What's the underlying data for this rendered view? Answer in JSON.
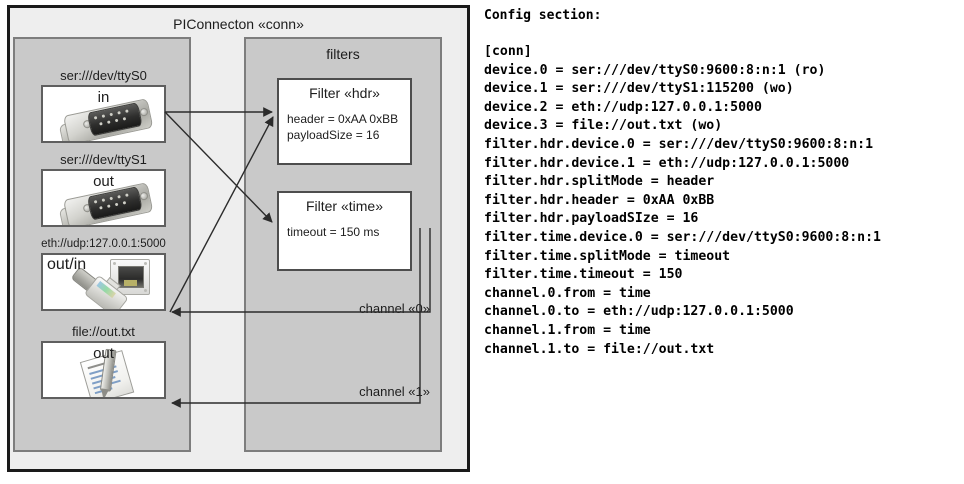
{
  "diagram": {
    "outer": {
      "title": "PIConnecton «conn»"
    },
    "devices_group": {
      "title": "",
      "items": [
        {
          "label": "ser:///dev/ttyS0",
          "direction": "in",
          "icon": "serial-db9-icon"
        },
        {
          "label": "ser:///dev/ttyS1",
          "direction": "out",
          "icon": "serial-db9-icon"
        },
        {
          "label": "eth://udp:127.0.0.1:5000",
          "direction": "out/in",
          "icon": "ethernet-rj45-icon"
        },
        {
          "label": "file://out.txt",
          "direction": "out",
          "icon": "text-document-icon"
        }
      ]
    },
    "filters_group": {
      "title": "filters",
      "items": [
        {
          "title": "Filter «hdr»",
          "props": [
            "header = 0xAA 0xBB",
            "payloadSize = 16"
          ]
        },
        {
          "title": "Filter «time»",
          "props": [
            "timeout = 150 ms"
          ]
        }
      ]
    },
    "channels": [
      {
        "label": "channel «0»"
      },
      {
        "label": "channel «1»"
      }
    ]
  },
  "config": {
    "heading": "Config section:",
    "lines": [
      "[conn]",
      "device.0 = ser:///dev/ttyS0:9600:8:n:1 (ro)",
      "device.1 = ser:///dev/ttyS1:115200 (wo)",
      "device.2 = eth://udp:127.0.0.1:5000",
      "device.3 = file://out.txt (wo)",
      "filter.hdr.device.0 = ser:///dev/ttyS0:9600:8:n:1",
      "filter.hdr.device.1 = eth://udp:127.0.0.1:5000",
      "filter.hdr.splitMode = header",
      "filter.hdr.header = 0xAA 0xBB",
      "filter.hdr.payloadSIze = 16",
      "filter.time.device.0 = ser:///dev/ttyS0:9600:8:n:1",
      "filter.time.splitMode = timeout",
      "filter.time.timeout = 150",
      "channel.0.from = time",
      "channel.0.to = eth://udp:127.0.0.1:5000",
      "channel.1.from = time",
      "channel.1.to = file://out.txt"
    ]
  },
  "colors": {
    "page_bg": "#ffffff",
    "outer_bg": "#eeeeee",
    "outer_border": "#1a1a1a",
    "group_bg": "#c9c9c9",
    "group_border": "#7d7d7d",
    "card_bg": "#ffffff",
    "card_border": "#4d4d4d",
    "text": "#1d1d1d",
    "wire": "#2b2b2b"
  }
}
